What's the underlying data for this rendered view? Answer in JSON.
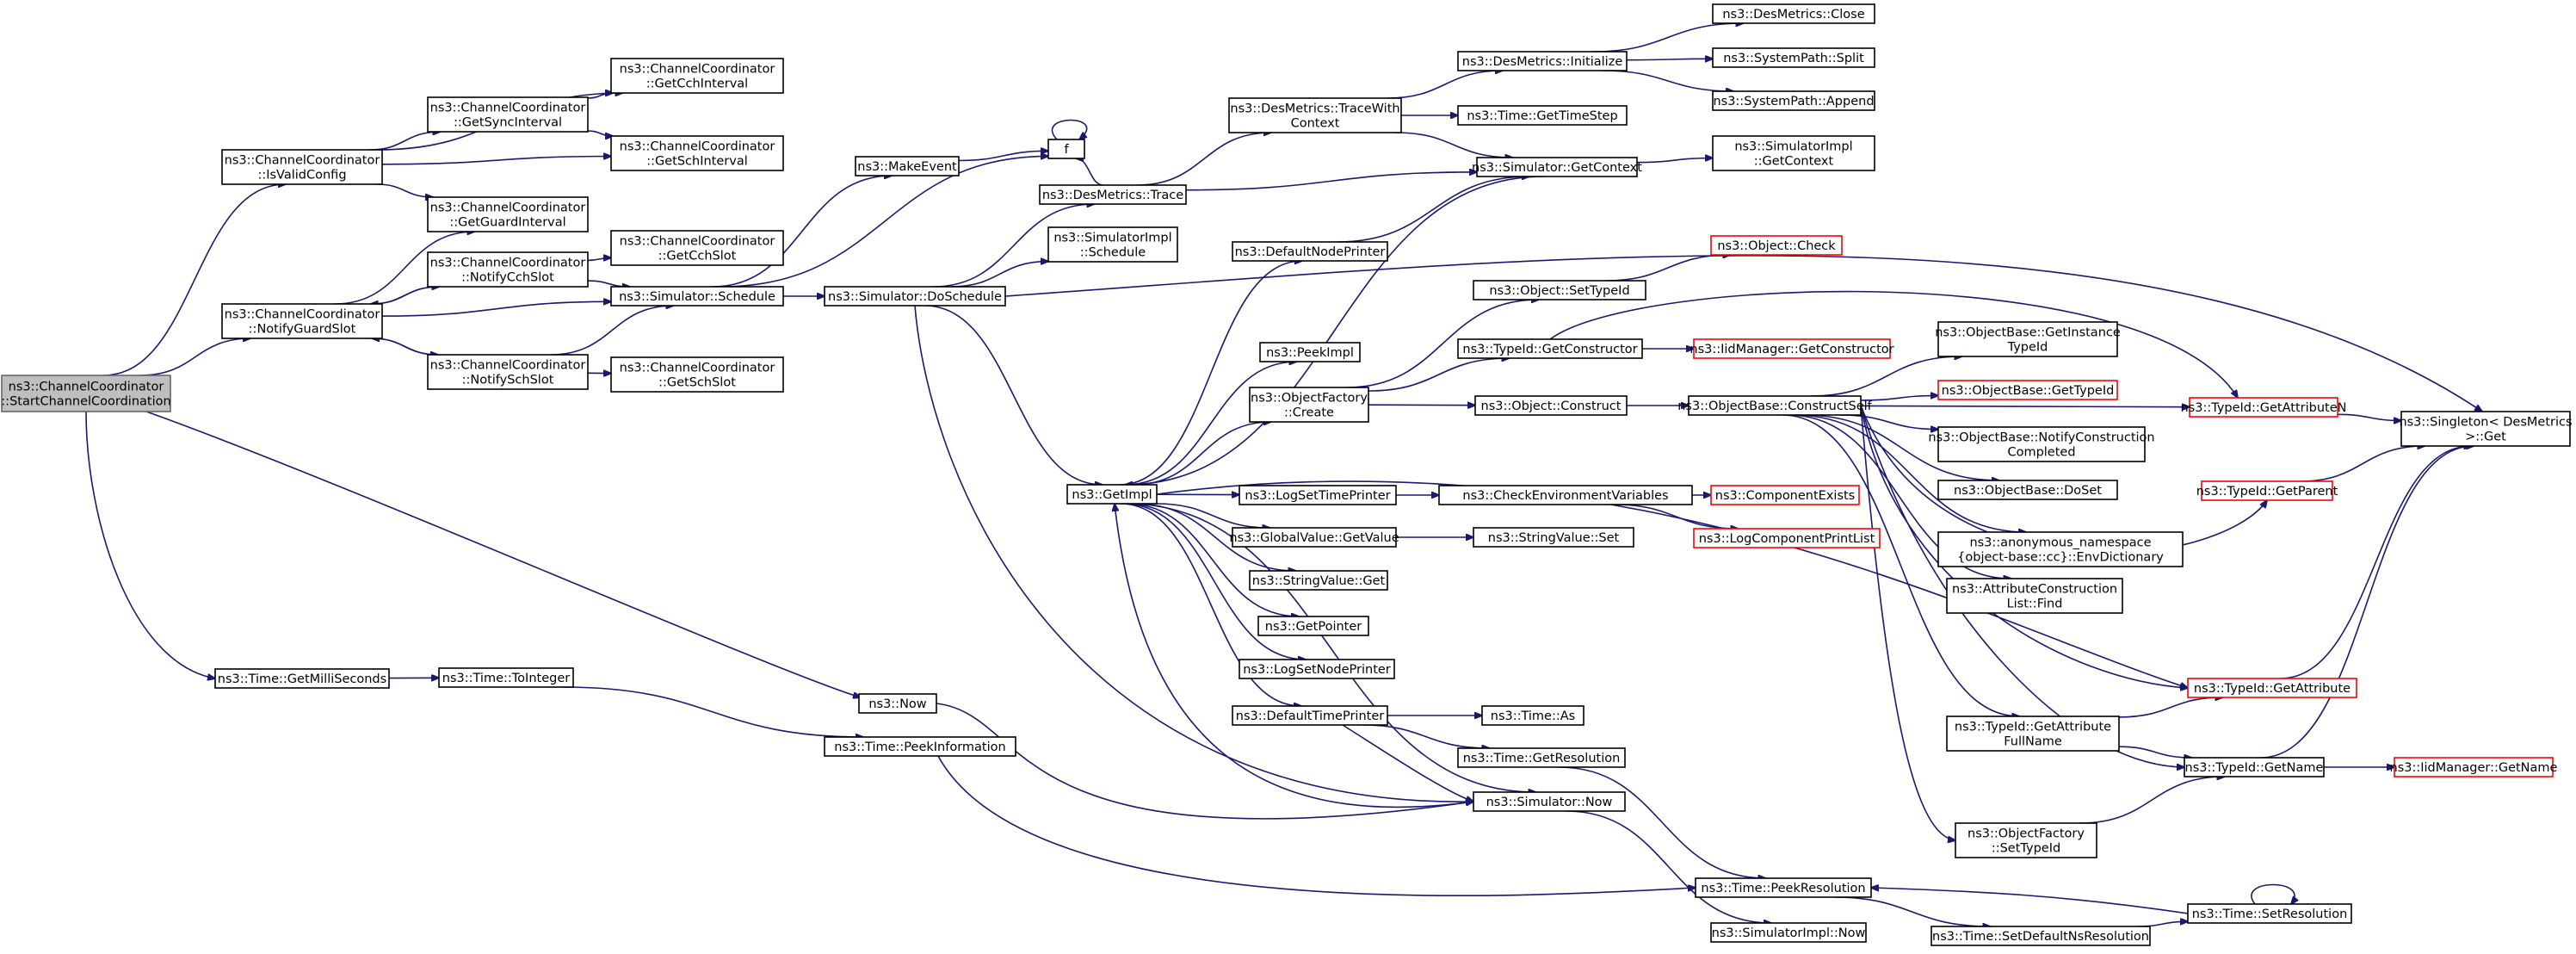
{
  "nodes": [
    {
      "id": "startcc",
      "lines": [
        "ns3::ChannelCoordinator",
        "::StartChannelCoordination"
      ],
      "style": "root"
    },
    {
      "id": "isvalid",
      "lines": [
        "ns3::ChannelCoordinator",
        "::IsValidConfig"
      ]
    },
    {
      "id": "notifyguard",
      "lines": [
        "ns3::ChannelCoordinator",
        "::NotifyGuardSlot"
      ]
    },
    {
      "id": "getmilli",
      "lines": [
        "ns3::Time::GetMilliSeconds"
      ]
    },
    {
      "id": "now",
      "lines": [
        "ns3::Now"
      ]
    },
    {
      "id": "getsync",
      "lines": [
        "ns3::ChannelCoordinator",
        "::GetSyncInterval"
      ]
    },
    {
      "id": "getcchint",
      "lines": [
        "ns3::ChannelCoordinator",
        "::GetCchInterval"
      ]
    },
    {
      "id": "getschint",
      "lines": [
        "ns3::ChannelCoordinator",
        "::GetSchInterval"
      ]
    },
    {
      "id": "getguard",
      "lines": [
        "ns3::ChannelCoordinator",
        "::GetGuardInterval"
      ]
    },
    {
      "id": "notifycch",
      "lines": [
        "ns3::ChannelCoordinator",
        "::NotifyCchSlot"
      ]
    },
    {
      "id": "getcchslot",
      "lines": [
        "ns3::ChannelCoordinator",
        "::GetCchSlot"
      ]
    },
    {
      "id": "notifysch",
      "lines": [
        "ns3::ChannelCoordinator",
        "::NotifySchSlot"
      ]
    },
    {
      "id": "getschslot",
      "lines": [
        "ns3::ChannelCoordinator",
        "::GetSchSlot"
      ]
    },
    {
      "id": "simschedule",
      "lines": [
        "ns3::Simulator::Schedule"
      ]
    },
    {
      "id": "tointeger",
      "lines": [
        "ns3::Time::ToInteger"
      ]
    },
    {
      "id": "peekinfo",
      "lines": [
        "ns3::Time::PeekInformation"
      ]
    },
    {
      "id": "makeevent",
      "lines": [
        "ns3::MakeEvent"
      ]
    },
    {
      "id": "f",
      "lines": [
        "f"
      ]
    },
    {
      "id": "dmtrace",
      "lines": [
        "ns3::DesMetrics::Trace"
      ]
    },
    {
      "id": "simimplschedule",
      "lines": [
        "ns3::SimulatorImpl",
        "::Schedule"
      ]
    },
    {
      "id": "dosched",
      "lines": [
        "ns3::Simulator::DoSchedule"
      ]
    },
    {
      "id": "getimpl",
      "lines": [
        "ns3::GetImpl"
      ]
    },
    {
      "id": "dmtracewith",
      "lines": [
        "ns3::DesMetrics::TraceWith",
        "Context"
      ]
    },
    {
      "id": "dminit",
      "lines": [
        "ns3::DesMetrics::Initialize"
      ]
    },
    {
      "id": "dmclose",
      "lines": [
        "ns3::DesMetrics::Close"
      ]
    },
    {
      "id": "spsplit",
      "lines": [
        "ns3::SystemPath::Split"
      ]
    },
    {
      "id": "spappend",
      "lines": [
        "ns3::SystemPath::Append"
      ]
    },
    {
      "id": "gettimestep",
      "lines": [
        "ns3::Time::GetTimeStep"
      ]
    },
    {
      "id": "simgetctx",
      "lines": [
        "ns3::Simulator::GetContext"
      ]
    },
    {
      "id": "simimplgetctx",
      "lines": [
        "ns3::SimulatorImpl",
        "::GetContext"
      ]
    },
    {
      "id": "defnodeprinter",
      "lines": [
        "ns3::DefaultNodePrinter"
      ]
    },
    {
      "id": "objcheck",
      "lines": [
        "ns3::Object::Check"
      ],
      "style": "red"
    },
    {
      "id": "objsettypeid",
      "lines": [
        "ns3::Object::SetTypeId"
      ]
    },
    {
      "id": "peekimpl",
      "lines": [
        "ns3::PeekImpl"
      ]
    },
    {
      "id": "typeidgetctor",
      "lines": [
        "ns3::TypeId::GetConstructor"
      ]
    },
    {
      "id": "iidgetctor",
      "lines": [
        "ns3::IidManager::GetConstructor"
      ],
      "style": "red"
    },
    {
      "id": "objfactcreate",
      "lines": [
        "ns3::ObjectFactory",
        "::Create"
      ]
    },
    {
      "id": "objconstruct",
      "lines": [
        "ns3::Object::Construct"
      ]
    },
    {
      "id": "objbaseconstructself",
      "lines": [
        "ns3::ObjectBase::ConstructSelf"
      ]
    },
    {
      "id": "objbasegetinst",
      "lines": [
        "ns3::ObjectBase::GetInstance",
        "TypeId"
      ]
    },
    {
      "id": "objbasegettypeid",
      "lines": [
        "ns3::ObjectBase::GetTypeId"
      ],
      "style": "red"
    },
    {
      "id": "typeidgetattrn",
      "lines": [
        "ns3::TypeId::GetAttributeN"
      ],
      "style": "red"
    },
    {
      "id": "singleton",
      "lines": [
        "ns3::Singleton< DesMetrics",
        " >::Get"
      ]
    },
    {
      "id": "objbasenotify",
      "lines": [
        "ns3::ObjectBase::NotifyConstruction",
        "Completed"
      ]
    },
    {
      "id": "logsettimeprinter",
      "lines": [
        "ns3::LogSetTimePrinter"
      ]
    },
    {
      "id": "checkenv",
      "lines": [
        "ns3::CheckEnvironmentVariables"
      ]
    },
    {
      "id": "componentexists",
      "lines": [
        "ns3::ComponentExists"
      ],
      "style": "red"
    },
    {
      "id": "logcompprintlist",
      "lines": [
        "ns3::LogComponentPrintList"
      ],
      "style": "red"
    },
    {
      "id": "objbasedoset",
      "lines": [
        "ns3::ObjectBase::DoSet"
      ]
    },
    {
      "id": "typeidgetparent",
      "lines": [
        "ns3::TypeId::GetParent"
      ],
      "style": "red"
    },
    {
      "id": "globalvalget",
      "lines": [
        "ns3::GlobalValue::GetValue"
      ]
    },
    {
      "id": "stringvalset",
      "lines": [
        "ns3::StringValue::Set"
      ]
    },
    {
      "id": "anonenvdict",
      "lines": [
        "ns3::anonymous_namespace",
        "{object-base::cc}::EnvDictionary"
      ]
    },
    {
      "id": "stringvalget",
      "lines": [
        "ns3::StringValue::Get"
      ]
    },
    {
      "id": "attrconstrfind",
      "lines": [
        "ns3::AttributeConstruction",
        "List::Find"
      ]
    },
    {
      "id": "getpointer",
      "lines": [
        "ns3::GetPointer"
      ]
    },
    {
      "id": "logsetnodeprinter",
      "lines": [
        "ns3::LogSetNodePrinter"
      ]
    },
    {
      "id": "typeidgetattr",
      "lines": [
        "ns3::TypeId::GetAttribute"
      ],
      "style": "red"
    },
    {
      "id": "deftimeprinter",
      "lines": [
        "ns3::DefaultTimePrinter"
      ]
    },
    {
      "id": "timeas",
      "lines": [
        "ns3::Time::As"
      ]
    },
    {
      "id": "typeidgetattrfull",
      "lines": [
        "ns3::TypeId::GetAttribute",
        "FullName"
      ]
    },
    {
      "id": "timegetres",
      "lines": [
        "ns3::Time::GetResolution"
      ]
    },
    {
      "id": "typeidgetname",
      "lines": [
        "ns3::TypeId::GetName"
      ]
    },
    {
      "id": "iidgetname",
      "lines": [
        "ns3::IidManager::GetName"
      ],
      "style": "red"
    },
    {
      "id": "simnow",
      "lines": [
        "ns3::Simulator::Now"
      ]
    },
    {
      "id": "objfactsettypeid",
      "lines": [
        "ns3::ObjectFactory",
        "::SetTypeId"
      ]
    },
    {
      "id": "peekres",
      "lines": [
        "ns3::Time::PeekResolution"
      ]
    },
    {
      "id": "setres",
      "lines": [
        "ns3::Time::SetResolution"
      ]
    },
    {
      "id": "simimplnow",
      "lines": [
        "ns3::SimulatorImpl::Now"
      ]
    },
    {
      "id": "setdefaultns",
      "lines": [
        "ns3::Time::SetDefaultNsResolution"
      ]
    }
  ],
  "edges": [
    [
      "startcc",
      "isvalid"
    ],
    [
      "startcc",
      "notifyguard"
    ],
    [
      "startcc",
      "getmilli"
    ],
    [
      "startcc",
      "now"
    ],
    [
      "isvalid",
      "getsync"
    ],
    [
      "isvalid",
      "getcchint"
    ],
    [
      "isvalid",
      "getschint"
    ],
    [
      "isvalid",
      "getguard"
    ],
    [
      "getsync",
      "getcchint"
    ],
    [
      "getsync",
      "getschint"
    ],
    [
      "notifyguard",
      "getguard"
    ],
    [
      "notifyguard",
      "notifycch"
    ],
    [
      "notifyguard",
      "notifysch"
    ],
    [
      "notifyguard",
      "simschedule"
    ],
    [
      "notifycch",
      "getcchslot"
    ],
    [
      "notifycch",
      "simschedule"
    ],
    [
      "notifycch",
      "notifyguard"
    ],
    [
      "notifysch",
      "getschslot"
    ],
    [
      "notifysch",
      "simschedule"
    ],
    [
      "notifysch",
      "notifyguard"
    ],
    [
      "simschedule",
      "makeevent"
    ],
    [
      "simschedule",
      "f"
    ],
    [
      "simschedule",
      "dosched"
    ],
    [
      "makeevent",
      "f"
    ],
    [
      "f",
      "f"
    ],
    [
      "dosched",
      "dmtrace"
    ],
    [
      "dosched",
      "simimplschedule"
    ],
    [
      "dosched",
      "getimpl"
    ],
    [
      "dosched",
      "singleton"
    ],
    [
      "dosched",
      "simnow"
    ],
    [
      "dmtrace",
      "dmtracewith"
    ],
    [
      "dmtrace",
      "simgetctx"
    ],
    [
      "dmtrace",
      "f"
    ],
    [
      "dmtracewith",
      "dminit"
    ],
    [
      "dmtracewith",
      "gettimestep"
    ],
    [
      "dmtracewith",
      "simgetctx"
    ],
    [
      "dminit",
      "dmclose"
    ],
    [
      "dminit",
      "spsplit"
    ],
    [
      "dminit",
      "spappend"
    ],
    [
      "simgetctx",
      "simimplgetctx"
    ],
    [
      "simgetctx",
      "getimpl"
    ],
    [
      "defnodeprinter",
      "simgetctx"
    ],
    [
      "getmilli",
      "tointeger"
    ],
    [
      "tointeger",
      "peekinfo"
    ],
    [
      "peekinfo",
      "peekres"
    ],
    [
      "now",
      "simnow"
    ],
    [
      "getimpl",
      "defnodeprinter"
    ],
    [
      "getimpl",
      "peekimpl"
    ],
    [
      "getimpl",
      "objfactcreate"
    ],
    [
      "getimpl",
      "logsettimeprinter"
    ],
    [
      "getimpl",
      "globalvalget"
    ],
    [
      "getimpl",
      "stringvalget"
    ],
    [
      "getimpl",
      "getpointer"
    ],
    [
      "getimpl",
      "logsetnodeprinter"
    ],
    [
      "getimpl",
      "deftimeprinter"
    ],
    [
      "getimpl",
      "simnow"
    ],
    [
      "getimpl",
      "typeidgetattr"
    ],
    [
      "objfactcreate",
      "objsettypeid"
    ],
    [
      "objfactcreate",
      "typeidgetctor"
    ],
    [
      "objfactcreate",
      "objconstruct"
    ],
    [
      "objsettypeid",
      "objcheck"
    ],
    [
      "typeidgetctor",
      "iidgetctor"
    ],
    [
      "typeidgetctor",
      "typeidgetattrn"
    ],
    [
      "objconstruct",
      "objbaseconstructself"
    ],
    [
      "objbaseconstructself",
      "objbasegetinst"
    ],
    [
      "objbaseconstructself",
      "objbasegettypeid"
    ],
    [
      "objbaseconstructself",
      "typeidgetattrn"
    ],
    [
      "objbaseconstructself",
      "objbasenotify"
    ],
    [
      "objbaseconstructself",
      "objbasedoset"
    ],
    [
      "objbaseconstructself",
      "anonenvdict"
    ],
    [
      "objbaseconstructself",
      "attrconstrfind"
    ],
    [
      "objbaseconstructself",
      "typeidgetparent"
    ],
    [
      "objbaseconstructself",
      "typeidgetattr"
    ],
    [
      "objbaseconstructself",
      "typeidgetattrfull"
    ],
    [
      "objbaseconstructself",
      "typeidgetname"
    ],
    [
      "objbaseconstructself",
      "objfactsettypeid"
    ],
    [
      "typeidgetattrn",
      "singleton"
    ],
    [
      "typeidgetparent",
      "singleton"
    ],
    [
      "typeidgetattr",
      "singleton"
    ],
    [
      "typeidgetname",
      "singleton"
    ],
    [
      "logsettimeprinter",
      "checkenv"
    ],
    [
      "checkenv",
      "componentexists"
    ],
    [
      "checkenv",
      "logcompprintlist"
    ],
    [
      "globalvalget",
      "stringvalset"
    ],
    [
      "deftimeprinter",
      "timeas"
    ],
    [
      "deftimeprinter",
      "timegetres"
    ],
    [
      "deftimeprinter",
      "simnow"
    ],
    [
      "timegetres",
      "peekres"
    ],
    [
      "typeidgetattrfull",
      "typeidgetattr"
    ],
    [
      "typeidgetattrfull",
      "typeidgetname"
    ],
    [
      "typeidgetname",
      "iidgetname"
    ],
    [
      "objfactsettypeid",
      "typeidgetname"
    ],
    [
      "simnow",
      "getimpl"
    ],
    [
      "simnow",
      "simimplnow"
    ],
    [
      "peekres",
      "setdefaultns"
    ],
    [
      "setdefaultns",
      "setres"
    ],
    [
      "setres",
      "peekres"
    ],
    [
      "setres",
      "setres"
    ]
  ]
}
